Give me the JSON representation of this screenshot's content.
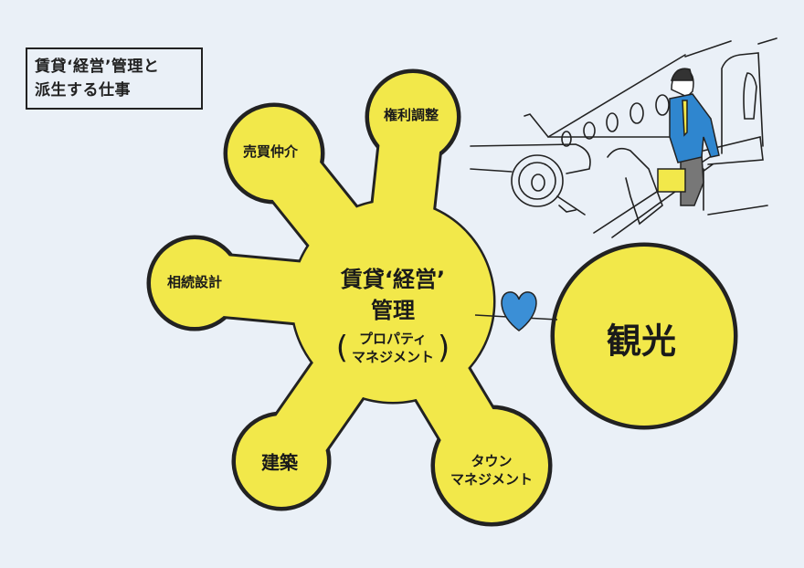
{
  "title": {
    "line1": "賃貸‘経営’管理と",
    "line2": "派生する仕事"
  },
  "center": {
    "line1": "賃貸‘経営’",
    "line2": "管理",
    "sub1": "プロパティ",
    "sub2": "マネジメント",
    "paren_open": "(",
    "paren_close": ")"
  },
  "nodes": {
    "kenri": "権利調整",
    "baibai": "売買仲介",
    "souzoku": "相続設計",
    "kenchiku": "建築",
    "town1": "タウン",
    "town2": "マネジメント",
    "kanko": "観光"
  },
  "colors": {
    "background": "#eaf0f7",
    "yellow": "#f2e84a",
    "outline": "#222222",
    "heart": "#3b8fd6",
    "jacket": "#2f86cf"
  }
}
